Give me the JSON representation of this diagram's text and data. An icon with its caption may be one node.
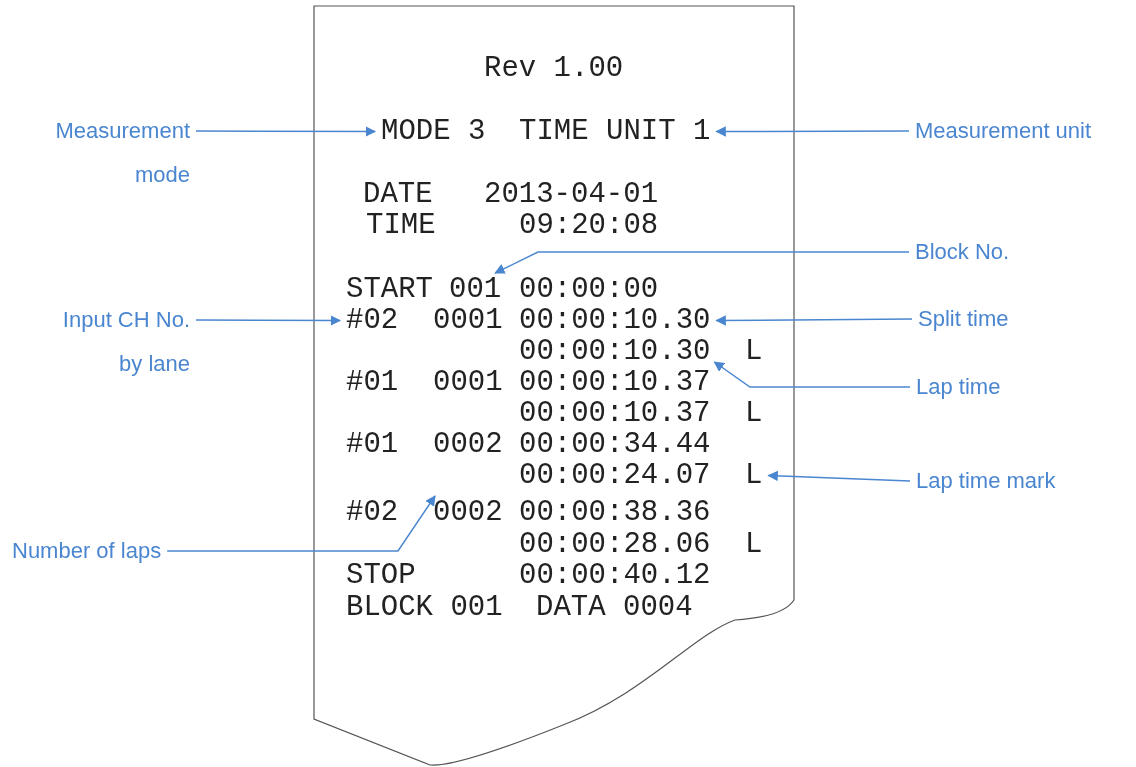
{
  "diagram": {
    "nodes": [
      {
        "text": [],
        "shape": "paper"
      },
      {
        "text": [
          "Measurement mode"
        ]
      },
      {
        "text": [
          "MODE 3"
        ],
        "in": 0
      },
      {
        "text": [
          "TIME UNIT 1"
        ],
        "in": 0
      },
      {
        "text": [
          "Measurement unit"
        ]
      },
      {
        "text": [
          "Block No."
        ]
      },
      {
        "text": [
          "001"
        ],
        "in": 0
      },
      {
        "text": [
          "Input CH No. by lane"
        ]
      },
      {
        "text": [
          "#02"
        ],
        "in": 0
      },
      {
        "text": [
          "00:00:10.30"
        ],
        "in": 0
      },
      {
        "text": [
          "Split time"
        ]
      },
      {
        "text": [
          "00:00:10.30"
        ],
        "in": 0
      },
      {
        "text": [
          "Lap time"
        ]
      },
      {
        "text": [
          "L"
        ],
        "in": 0
      },
      {
        "text": [
          "Lap time mark"
        ]
      },
      {
        "text": [
          "Number of laps"
        ]
      },
      {
        "text": [
          "0002"
        ],
        "in": 0
      }
    ],
    "edges": [
      {
        "from": 1,
        "to": 2,
        "arrow": "to"
      },
      {
        "from": 4,
        "to": 3,
        "arrow": "to"
      },
      {
        "from": 5,
        "to": 6,
        "arrow": "to"
      },
      {
        "from": 7,
        "to": 8,
        "arrow": "to"
      },
      {
        "from": 10,
        "to": 9,
        "arrow": "to"
      },
      {
        "from": 12,
        "to": 11,
        "arrow": "to"
      },
      {
        "from": 14,
        "to": 13,
        "arrow": "to"
      },
      {
        "from": 15,
        "to": 16,
        "arrow": "to"
      }
    ],
    "labels": [
      "Rev 1.00",
      "DATE",
      "2013-04-01",
      "TIME",
      "09:20:08",
      "START",
      "00:00:00",
      "0001",
      "L",
      "#01",
      "0001",
      "00:00:10.37",
      "00:00:10.37",
      "L",
      "#01",
      "0002",
      "00:00:34.44",
      "00:00:24.07",
      "#02",
      "00:00:38.36",
      "00:00:28.06",
      "L",
      "STOP",
      "00:00:40.12",
      "BLOCK 001",
      "DATA 0004"
    ]
  }
}
